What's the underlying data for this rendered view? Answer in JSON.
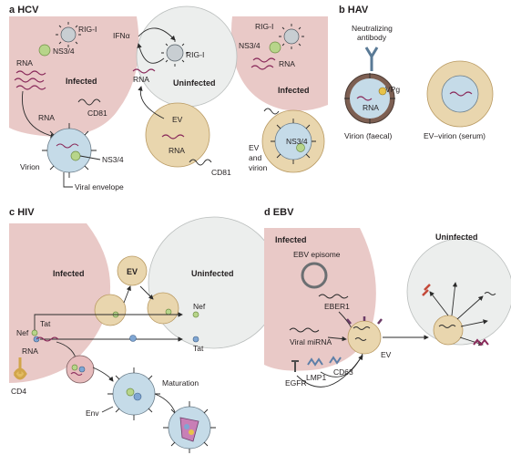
{
  "panels": {
    "a": {
      "title_letter": "a",
      "title": "HCV",
      "labels": {
        "rig_left": "RIG-I",
        "ns34_left": "NS3/4",
        "rna_left": "RNA",
        "infected_left": "Infected",
        "rna_mid": "RNA",
        "cd81_top": "CD81",
        "virion": "Virion",
        "ns34_virion": "NS3/4",
        "viral_envelope": "Viral envelope",
        "ifna": "IFNα",
        "rig_center": "RIG-I",
        "rna_center": "RNA",
        "uninfected": "Uninfected",
        "ev": "EV",
        "rna_ev": "RNA",
        "cd81_bottom": "CD81",
        "rig_right": "RIG-I",
        "ns34_right": "NS3/4",
        "rna_right": "RNA",
        "infected_right": "Infected",
        "ev_and": "EV",
        "and": "and",
        "virion_right": "virion",
        "ns34_evvirion": "NS3/4"
      }
    },
    "b": {
      "title_letter": "b",
      "title": "HAV",
      "labels": {
        "neutralizing": "Neutralizing",
        "antibody": "antibody",
        "vpg": "VPg",
        "rna": "RNA",
        "virion_faecal": "Virion (faecal)",
        "ev_virion_serum": "EV–virion (serum)"
      }
    },
    "c": {
      "title_letter": "c",
      "title": "HIV",
      "labels": {
        "infected": "Infected",
        "ev": "EV",
        "uninfected": "Uninfected",
        "nef_left": "Nef",
        "tat_left": "Tat",
        "rna": "RNA",
        "nef_right": "Nef",
        "tat_right": "Tat",
        "cd4": "CD4",
        "env": "Env",
        "maturation": "Maturation"
      }
    },
    "d": {
      "title_letter": "d",
      "title": "EBV",
      "labels": {
        "infected": "Infected",
        "ebv_episome": "EBV episome",
        "eber1": "EBER1",
        "viral_mirna": "Viral miRNA",
        "ev": "EV",
        "cd63": "CD63",
        "lmp1": "LMP1",
        "egfr": "EGFR",
        "uninfected": "Uninfected"
      }
    }
  },
  "colors": {
    "infected_cell": "#e9c9c7",
    "uninfected_cell": "#eceeed",
    "ev_vesicle": "#e9d6ae",
    "virion": "#c5dbe8",
    "rna": "#8a2b5b",
    "ns34_protein": "#b7d58a"
  }
}
